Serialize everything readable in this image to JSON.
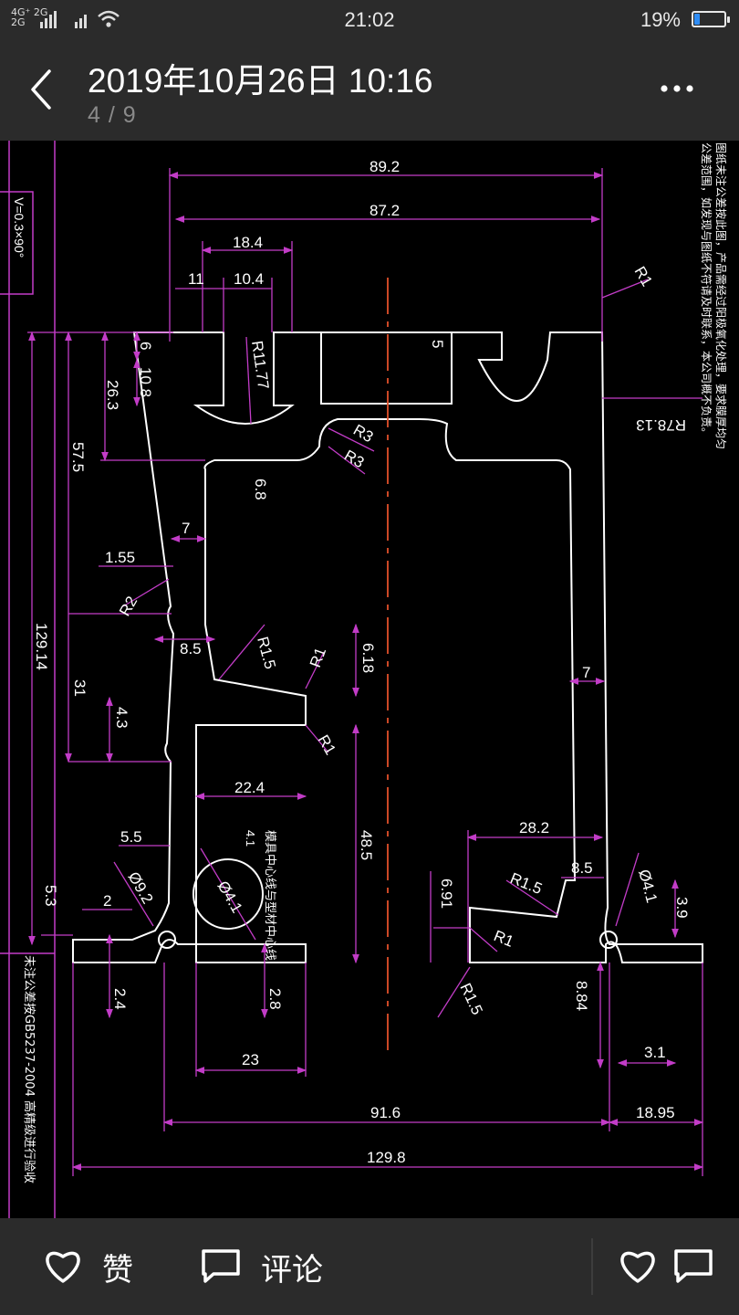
{
  "status_bar": {
    "network_line1": "4G⁺",
    "network_line2": "2G",
    "network_extra": "2G",
    "time": "21:02",
    "battery": "19%",
    "battery_level": 0.19
  },
  "header": {
    "title": "2019年10月26日 10:16",
    "counter": "4 / 9"
  },
  "drawing": {
    "dims": {
      "d89_2": "89.2",
      "d87_2": "87.2",
      "d18_4": "18.4",
      "d11": "11",
      "d10_4": "10.4",
      "r11_77": "R11.77",
      "d6": "6",
      "d10_8": "10.8",
      "d26_3": "26.3",
      "d57_5": "57.5",
      "d5": "5",
      "r1_top": "R1",
      "r78_13": "R78.13",
      "r3a": "R3",
      "r3b": "R3",
      "d6_8": "6.8",
      "d7a": "7",
      "d1_55": "1.55",
      "r2": "R2",
      "d8_5a": "8.5",
      "r1_5a": "R1.5",
      "r1a": "R1",
      "d6_18": "6.18",
      "d129_14": "129.14",
      "d31": "31",
      "d4_3": "4.3",
      "r1b": "R1",
      "d22_4": "22.4",
      "d48_5": "48.5",
      "d7b": "7",
      "d5_5": "5.5",
      "phi9_2": "Ø9.2",
      "d4_1": "4.1",
      "phi4_1a": "Ø4.1",
      "d5_3": "5.3",
      "d2": "2",
      "d28_2": "28.2",
      "d8_5b": "8.5",
      "r1_5b": "R1.5",
      "phi4_1b": "Ø4.1",
      "d3_9": "3.9",
      "d6_91": "6.91",
      "r1c": "R1",
      "r1_5c": "R1.5",
      "d8_84": "8.84",
      "d2_4": "2.4",
      "d2_8": "2.8",
      "d23": "23",
      "d3_1": "3.1",
      "d91_6": "91.6",
      "d18_95": "18.95",
      "d129_8": "129.8",
      "v_angle": "V=0.3×90°"
    },
    "notes": {
      "right_col1": "图纸未注公差按此图，产品需经过阳极氧化处理，要求膜厚均匀",
      "right_col2": "公差范围，如发现与图纸不符请及时联系，本公司概不负责。",
      "bottom_left": "未注公差按GB5237-2004 高精级进行验收",
      "center_note": "模具中心线与型材中心线"
    }
  },
  "bottom_bar": {
    "like_label": "赞",
    "comment_label": "评论"
  }
}
